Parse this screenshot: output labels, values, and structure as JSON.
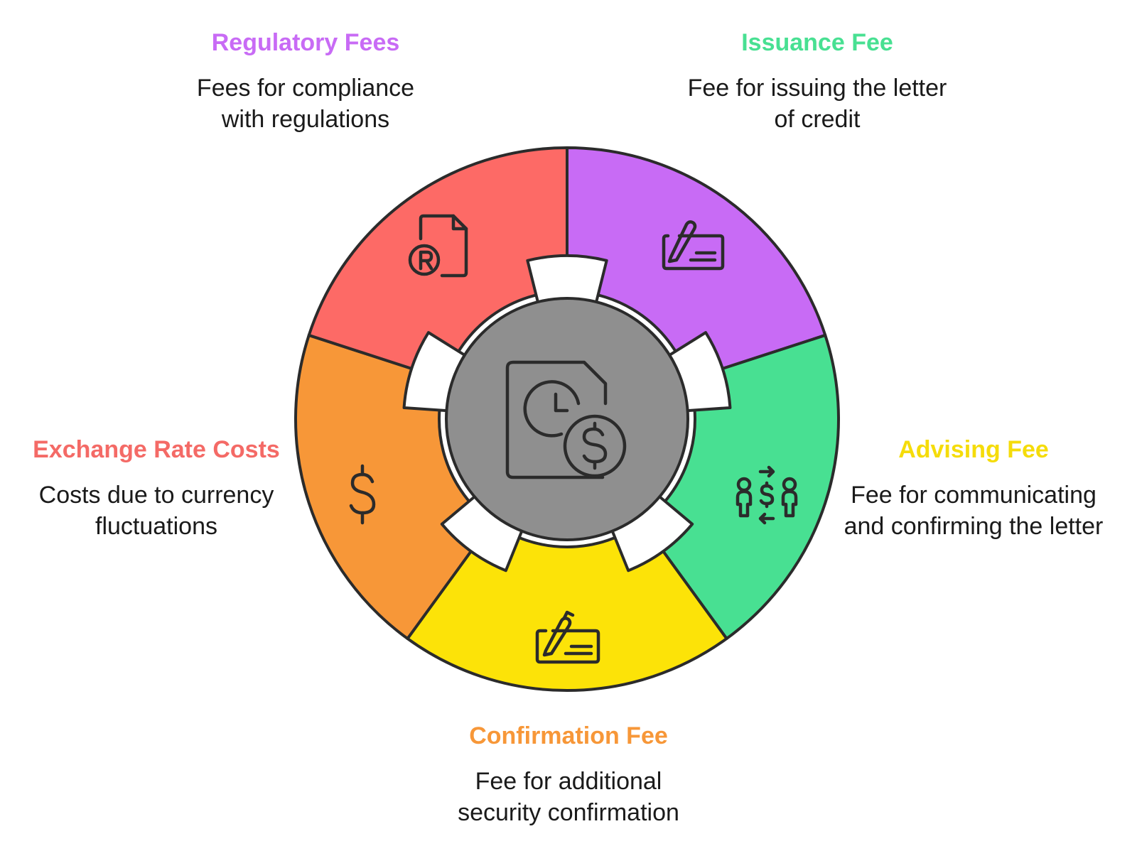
{
  "center": {
    "icon": "document-clock-dollar-icon",
    "color": "#8f8f8f"
  },
  "segments": [
    {
      "key": "regulatory",
      "title": "Regulatory Fees",
      "description": "Fees for compliance\nwith regulations",
      "color": "#c86bf5",
      "title_color": "#c86bf5",
      "icon": "registered-document-icon"
    },
    {
      "key": "issuance",
      "title": "Issuance Fee",
      "description": "Fee for issuing the letter\nof credit",
      "color": "#48e092",
      "title_color": "#48e092",
      "icon": "signature-pen-icon"
    },
    {
      "key": "advising",
      "title": "Advising Fee",
      "description": "Fee for communicating\nand confirming the letter",
      "color": "#fce308",
      "title_color": "#f5dc0a",
      "icon": "people-exchange-dollar-icon"
    },
    {
      "key": "confirmation",
      "title": "Confirmation Fee",
      "description": "Fee for additional\nsecurity confirmation",
      "color": "#f79738",
      "title_color": "#f79738",
      "icon": "signed-check-icon"
    },
    {
      "key": "exchange",
      "title": "Exchange Rate Costs",
      "description": "Costs due to currency\nfluctuations",
      "color": "#fd6a66",
      "title_color": "#f46a66",
      "icon": "dollar-sign-icon"
    }
  ]
}
